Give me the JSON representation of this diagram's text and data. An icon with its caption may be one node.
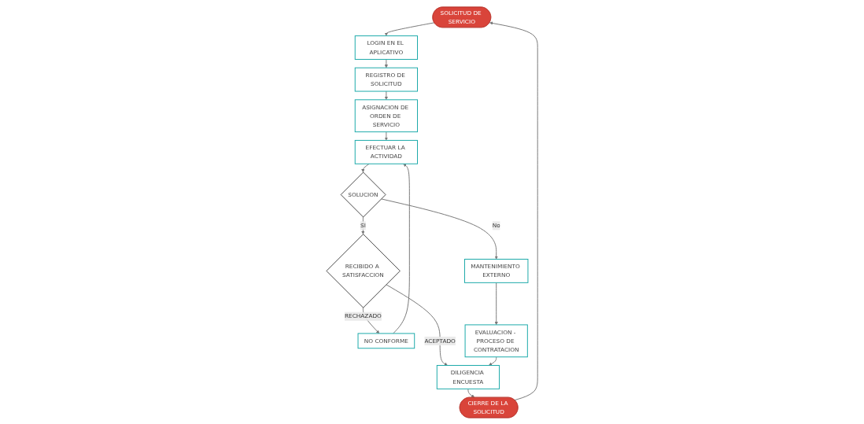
{
  "diagram": {
    "nodes": [
      {
        "text": [
          "SOLICITUD DE SERVICIO"
        ]
      },
      {
        "text": [
          "LOGIN EN EL APLICATIVO"
        ]
      },
      {
        "text": [
          "REGISTRO DE SOLICITUD"
        ]
      },
      {
        "text": [
          "ASIGNACION DE ORDEN DE SERVICIO"
        ]
      },
      {
        "text": [
          "EFECTUAR LA ACTIVIDAD"
        ]
      },
      {
        "text": [
          "SOLUCION"
        ]
      },
      {
        "text": [
          "NO CONFORME"
        ]
      },
      {
        "text": [
          "MANTENIMIENTO EXTERNO"
        ]
      },
      {
        "text": [
          "RECIBIDO A SATISFACCION"
        ]
      },
      {
        "text": [
          "DILIGENCIA ENCUESTA"
        ]
      },
      {
        "text": [
          "CIERRE DE LA SOLICITUD"
        ]
      },
      {
        "text": [
          "EVALUACION - PROCESO DE CONTRATACION"
        ]
      }
    ],
    "edges": [
      {
        "from": 0,
        "to": 1,
        "arrow": "to"
      },
      {
        "from": 1,
        "to": 2,
        "arrow": "to"
      },
      {
        "from": 2,
        "to": 3,
        "arrow": "to"
      },
      {
        "from": 3,
        "to": 4,
        "arrow": "to"
      },
      {
        "from": 4,
        "to": 5,
        "arrow": "to"
      },
      {
        "from": 5,
        "to": 8,
        "label": "SI",
        "arrow": "to"
      },
      {
        "from": 5,
        "to": 7,
        "label": "No",
        "arrow": "to"
      },
      {
        "from": 8,
        "to": 6,
        "label": "RECHAZADO",
        "arrow": "to"
      },
      {
        "from": 6,
        "to": 4,
        "arrow": "to"
      },
      {
        "from": 8,
        "to": 9,
        "label": "ACEPTADO",
        "arrow": "to"
      },
      {
        "from": 9,
        "to": 10,
        "arrow": "to"
      },
      {
        "from": 10,
        "to": 0,
        "arrow": "to"
      },
      {
        "from": 7,
        "to": 11,
        "arrow": "to"
      },
      {
        "from": 11,
        "to": 9,
        "arrow": "to"
      }
    ]
  }
}
